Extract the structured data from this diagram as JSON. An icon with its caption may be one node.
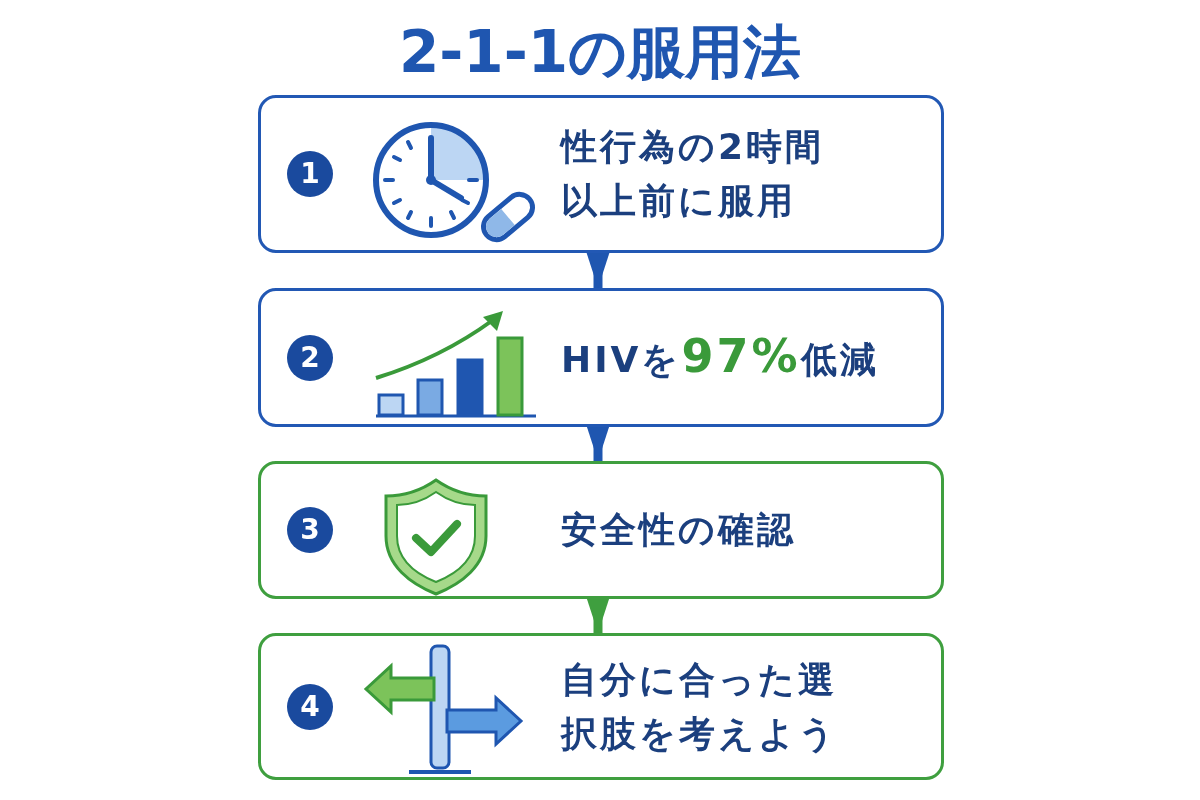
{
  "diagram": {
    "title": "2-1-1の服用法",
    "nodes": [
      {
        "text": [
          "1",
          "性行為の2時間以上前に服用"
        ]
      },
      {
        "text": [
          "2",
          "HIVを**97%**低減"
        ]
      },
      {
        "text": [
          "3",
          "安全性の確認"
        ]
      },
      {
        "text": [
          "4",
          "自分に合った選択肢を考えよう"
        ]
      }
    ],
    "edges": [
      {
        "from": 0,
        "to": 1,
        "arrow": "to"
      },
      {
        "from": 1,
        "to": 2,
        "arrow": "to"
      },
      {
        "from": 2,
        "to": 3,
        "arrow": "to",
        "color": "#3f9f3f"
      }
    ]
  }
}
